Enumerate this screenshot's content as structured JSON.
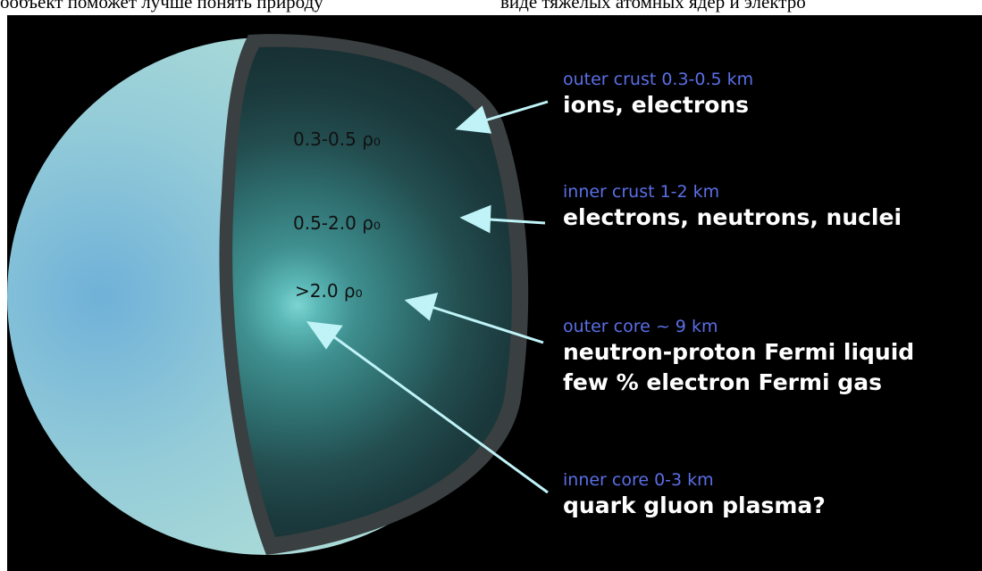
{
  "header_text": {
    "left": "ообъект поможет лучше понять природу",
    "right": "виде тяжелых атомных ядер и электро"
  },
  "layers": [
    {
      "density": "0.3-0.5 ρ₀",
      "subtitle": "outer crust 0.3-0.5 km",
      "lines": [
        "ions, electrons"
      ]
    },
    {
      "density": "0.5-2.0 ρ₀",
      "subtitle": "inner crust 1-2 km",
      "lines": [
        "electrons, neutrons, nuclei"
      ]
    },
    {
      "density": ">2.0 ρ₀",
      "subtitle": "outer core ~ 9 km",
      "lines": [
        "neutron-proton Fermi liquid",
        "few % electron Fermi gas"
      ]
    },
    {
      "subtitle": "inner core 0-3 km",
      "lines": [
        "quark gluon plasma?"
      ]
    }
  ],
  "colors": {
    "background": "#000000",
    "sphere_surface": "#9fd3dc",
    "arrow": "#bff3f7",
    "subtitle_text": "#5b6fe6",
    "main_text": "#ffffff"
  }
}
